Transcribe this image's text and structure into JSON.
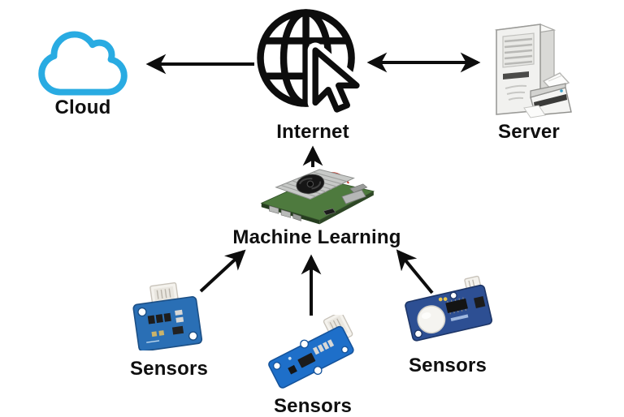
{
  "colors": {
    "cloud": "#29abe2",
    "arrow": "#0d0d0d",
    "text": "#0f0f0f",
    "grove-blue": "#2a6fb5",
    "grove-blue-bright": "#1e6fc9",
    "pir-navy": "#2d4f93",
    "pcb-green": "#4e7a3e",
    "heatsink-gray": "#c7c9c7",
    "server-gray": "#f1f1ef"
  },
  "nodes": {
    "cloud": {
      "label": "Cloud",
      "icon": "cloud-icon"
    },
    "internet": {
      "label": "Internet",
      "icon": "globe-cursor-icon"
    },
    "server": {
      "label": "Server",
      "icon": "server-tower-printer-icon"
    },
    "machine_learning": {
      "label": "Machine Learning",
      "icon": "sbc-board-icon"
    },
    "sensor_left": {
      "label": "Sensors",
      "icon": "grove-sensor-square-icon"
    },
    "sensor_bottom": {
      "label": "Sensors",
      "icon": "grove-sensor-bar-icon"
    },
    "sensor_right": {
      "label": "Sensors",
      "icon": "pir-sensor-icon"
    }
  },
  "edges": [
    {
      "from": "internet",
      "to": "cloud",
      "direction": "one-way"
    },
    {
      "from": "internet",
      "to": "server",
      "direction": "two-way"
    },
    {
      "from": "machine_learning",
      "to": "internet",
      "direction": "one-way"
    },
    {
      "from": "sensor_left",
      "to": "machine_learning",
      "direction": "one-way"
    },
    {
      "from": "sensor_bottom",
      "to": "machine_learning",
      "direction": "one-way"
    },
    {
      "from": "sensor_right",
      "to": "machine_learning",
      "direction": "one-way"
    }
  ]
}
